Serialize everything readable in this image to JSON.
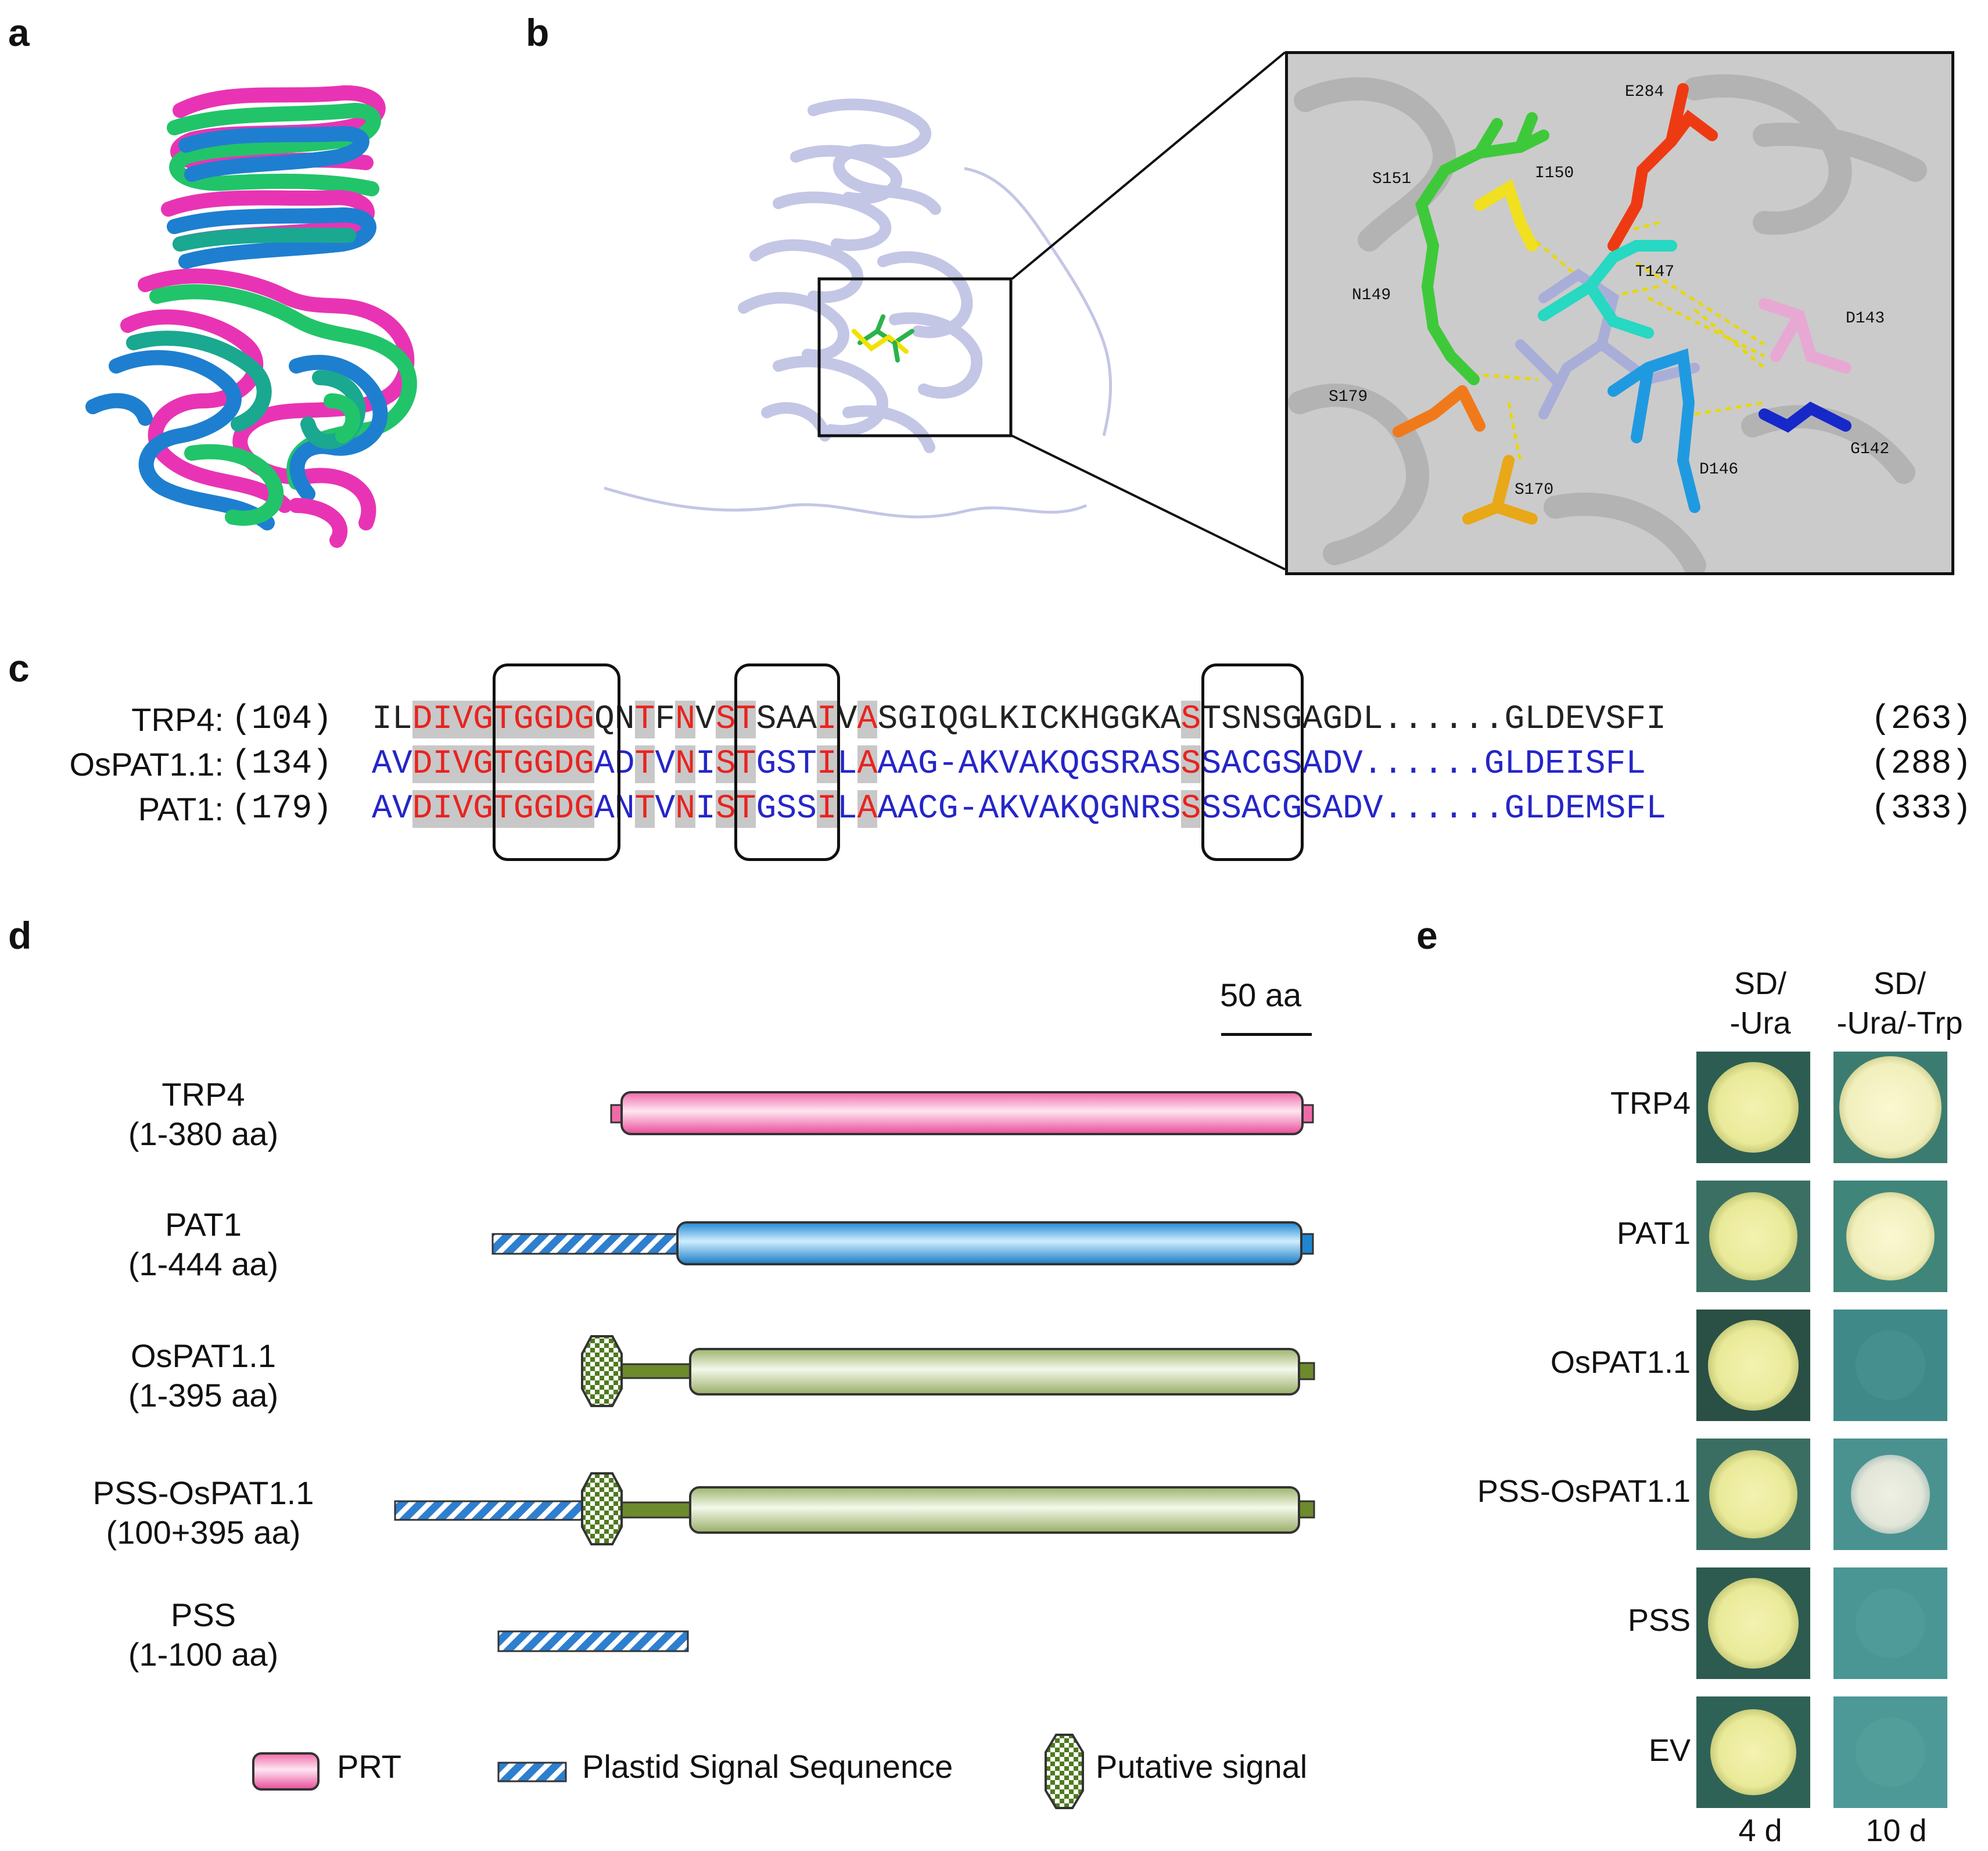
{
  "panels": {
    "a": "a",
    "b": "b",
    "c": "c",
    "d": "d",
    "e": "e"
  },
  "panel_b": {
    "residues": [
      "E284",
      "S151",
      "I150",
      "T147",
      "N149",
      "D143",
      "S179",
      "G142",
      "S170",
      "D146"
    ]
  },
  "panel_c": {
    "rows": [
      {
        "name": "TRP4:",
        "start": "(104)",
        "seq": "ILDIVGTGGDGQNTFNVSTSAAIVASGIQGLKICKHGGKASTSNSGAGDL......GLDEVSFI",
        "end": "(263)"
      },
      {
        "name": "OsPAT1.1:",
        "start": "(134)",
        "seq": "AVDIVGTGGDGADTVNISTGSTILAAAG-AKVAKQGSRASSSACGSADV......GLDEISFL",
        "end": "(288)"
      },
      {
        "name": "PAT1:",
        "start": "(179)",
        "seq": "AVDIVGTGGDGANTVNISTGSSILAAACG-AKVAKQGNRSSSSACGSADV......GLDEMSFL",
        "end": "(333)"
      }
    ]
  },
  "panel_d": {
    "scale_label": "50 aa",
    "constructs": [
      {
        "name": "TRP4",
        "range": "(1-380 aa)"
      },
      {
        "name": "PAT1",
        "range": "(1-444 aa)"
      },
      {
        "name": "OsPAT1.1",
        "range": "(1-395 aa)"
      },
      {
        "name": "PSS-OsPAT1.1",
        "range": "(100+395 aa)"
      },
      {
        "name": "PSS",
        "range": "(1-100 aa)"
      }
    ],
    "legend": {
      "prt": "PRT",
      "pss": "Plastid Signal Sequnence",
      "putative": "Putative signal"
    }
  },
  "panel_e": {
    "col1_line1": "SD/",
    "col1_line2": "-Ura",
    "col2_line1": "SD/",
    "col2_line2": "-Ura/-Trp",
    "rows": [
      "TRP4",
      "PAT1",
      "OsPAT1.1",
      "PSS-OsPAT1.1",
      "PSS",
      "EV"
    ],
    "day1": "4 d",
    "day2": "10 d"
  },
  "colors": {
    "prt_pink": "#f48cc0",
    "pat1_blue": "#3aa0e0",
    "os_green": "#b7c98d",
    "stem_green": "#6d8a2c",
    "conserved_red": "#e8231f",
    "black_seq": "#222222",
    "blue_seq": "#2525c8",
    "gray_shade": "#c8c8c8",
    "yellow_hl": "#fff200"
  }
}
